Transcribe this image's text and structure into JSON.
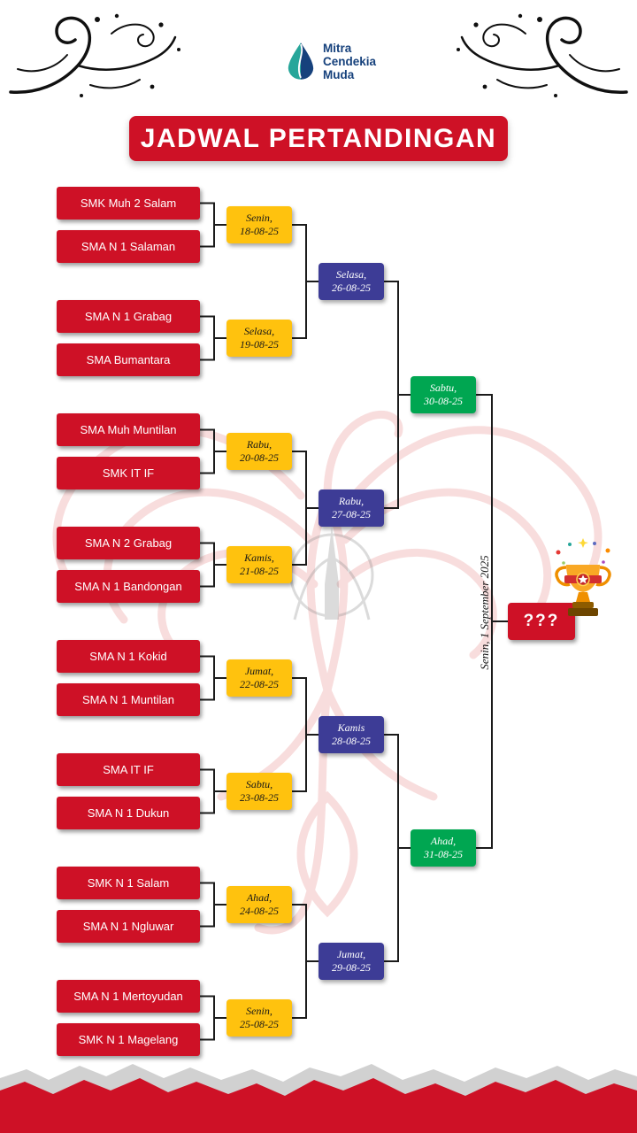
{
  "title": "JADWAL PERTANDINGAN",
  "logo": {
    "line1": "Mitra",
    "line2": "Cendekia",
    "line3": "Muda"
  },
  "bracket": {
    "teams": [
      "SMK Muh 2 Salam",
      "SMA N 1 Salaman",
      "SMA N 1 Grabag",
      "SMA Bumantara",
      "SMA Muh Muntilan",
      "SMK IT IF",
      "SMA N 2 Grabag",
      "SMA N 1 Bandongan",
      "SMA N 1 Kokid",
      "SMA N 1 Muntilan",
      "SMA IT IF",
      "SMA N 1 Dukun",
      "SMK N 1 Salam",
      "SMA N 1 Ngluwar",
      "SMA N 1 Mertoyudan",
      "SMK N 1 Magelang"
    ],
    "round1": [
      {
        "day": "Senin,",
        "date": "18-08-25"
      },
      {
        "day": "Selasa,",
        "date": "19-08-25"
      },
      {
        "day": "Rabu,",
        "date": "20-08-25"
      },
      {
        "day": "Kamis,",
        "date": "21-08-25"
      },
      {
        "day": "Jumat,",
        "date": "22-08-25"
      },
      {
        "day": "Sabtu,",
        "date": "23-08-25"
      },
      {
        "day": "Ahad,",
        "date": "24-08-25"
      },
      {
        "day": "Senin,",
        "date": "25-08-25"
      }
    ],
    "round2": [
      {
        "day": "Selasa,",
        "date": "26-08-25"
      },
      {
        "day": "Rabu,",
        "date": "27-08-25"
      },
      {
        "day": "Kamis",
        "date": "28-08-25"
      },
      {
        "day": "Jumat,",
        "date": "29-08-25"
      }
    ],
    "round3": [
      {
        "day": "Sabtu,",
        "date": "30-08-25"
      },
      {
        "day": "Ahad,",
        "date": "31-08-25"
      }
    ],
    "final": {
      "label": "???",
      "date_text": "Senin, 1 September 2025"
    }
  },
  "colors": {
    "red": "#CE1126",
    "yellow": "#FFC20E",
    "blue": "#3D3C96",
    "green": "#00A651",
    "ink": "#1B1B1B",
    "logo-blue": "#16417C",
    "logo-teal": "#27A69A"
  }
}
